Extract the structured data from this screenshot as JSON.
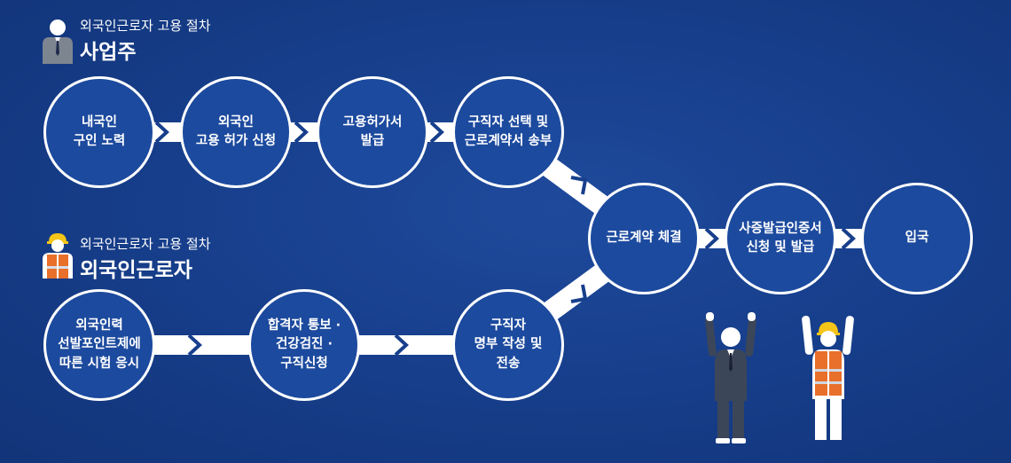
{
  "employer": {
    "subtitle": "외국인근로자 고용 절차",
    "title": "사업주"
  },
  "worker": {
    "subtitle": "외국인근로자 고용 절차",
    "title": "외국인근로자"
  },
  "employer_steps": [
    "내국인\n구인 노력",
    "외국인\n고용 허가 신청",
    "고용허가서\n발급",
    "구직자 선택 및\n근로계약서 송부"
  ],
  "worker_steps": [
    "외국인력\n선발포인트제에\n따른 시험 응시",
    "합격자 통보 ·\n건강검진 ·\n구직신청",
    "구직자\n명부 작성 및\n전송"
  ],
  "final_steps": [
    "근로계약 체결",
    "사증발급인증서\n신청 및 발급",
    "입국"
  ],
  "colors": {
    "background": "#173f8c",
    "node_fill": "#1c4a9e",
    "line": "#ffffff",
    "vest": "#e8702a",
    "helmet": "#f5c518"
  },
  "icons": [
    "businessman-icon",
    "worker-icon"
  ]
}
